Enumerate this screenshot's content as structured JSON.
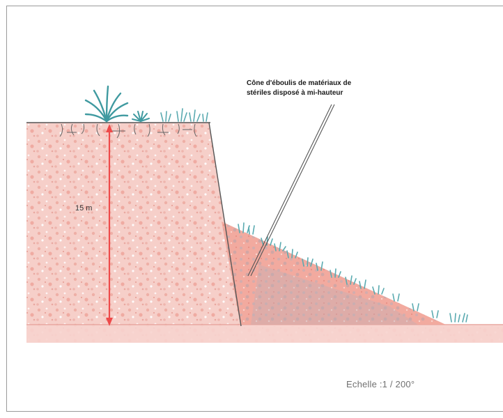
{
  "diagram": {
    "callout": {
      "line1": "Cône d'éboulis de matériaux de",
      "line2": "stériles disposé à mi-hauteur"
    },
    "height_label": "15 m",
    "scale_label": "Echelle :1  /  200°",
    "colors": {
      "rock_face": "#f3c3bd",
      "rock_speckle": "#e58f86",
      "scree_cone": "#f0a59a",
      "scree_gray": "#b9b3bb",
      "height_arrow": "#ee4a4a",
      "vegetation": "#4fa3a8",
      "frame": "#9a9a9a"
    },
    "icons": [
      "palm-plant-icon",
      "shrub-icon",
      "grass-tuft-icon",
      "root-icon",
      "arrow-icon"
    ]
  }
}
